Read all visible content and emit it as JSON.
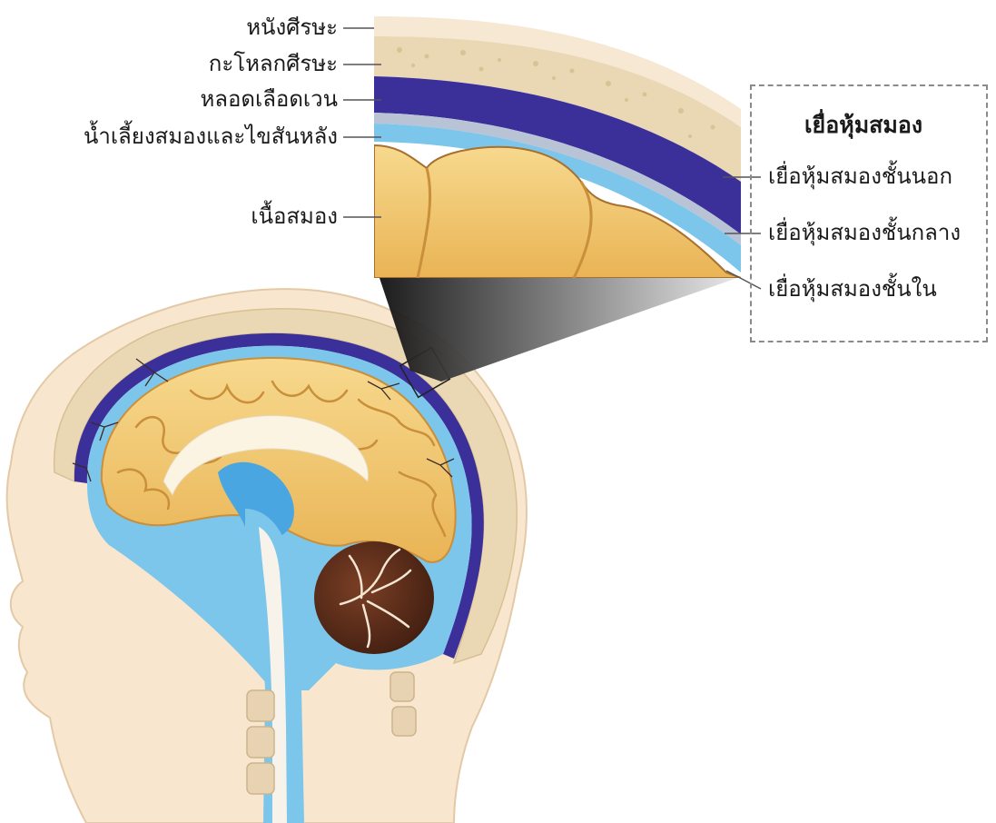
{
  "labels_left": [
    "หนังศีรษะ",
    "กะโหลกศีรษะ",
    "หลอดเลือดเวน",
    "น้ำเลี้ยงสมองและไขสันหลัง",
    "เนื้อสมอง"
  ],
  "meninges": {
    "title": "เยื่อหุ้มสมอง",
    "layers": [
      "เยื่อหุ้มสมองชั้นนอก",
      "เยื่อหุ้มสมองชั้นกลาง",
      "เยื่อหุ้มสมองชั้นใน"
    ]
  },
  "colors": {
    "skin": "#f8e6cf",
    "bone": "#ead8b4",
    "vein": "#3b2f9a",
    "csf": "#7cc6ec",
    "brain": "#f1c46a",
    "cerebellum": "#5a2c1a",
    "leader": "#555555"
  }
}
